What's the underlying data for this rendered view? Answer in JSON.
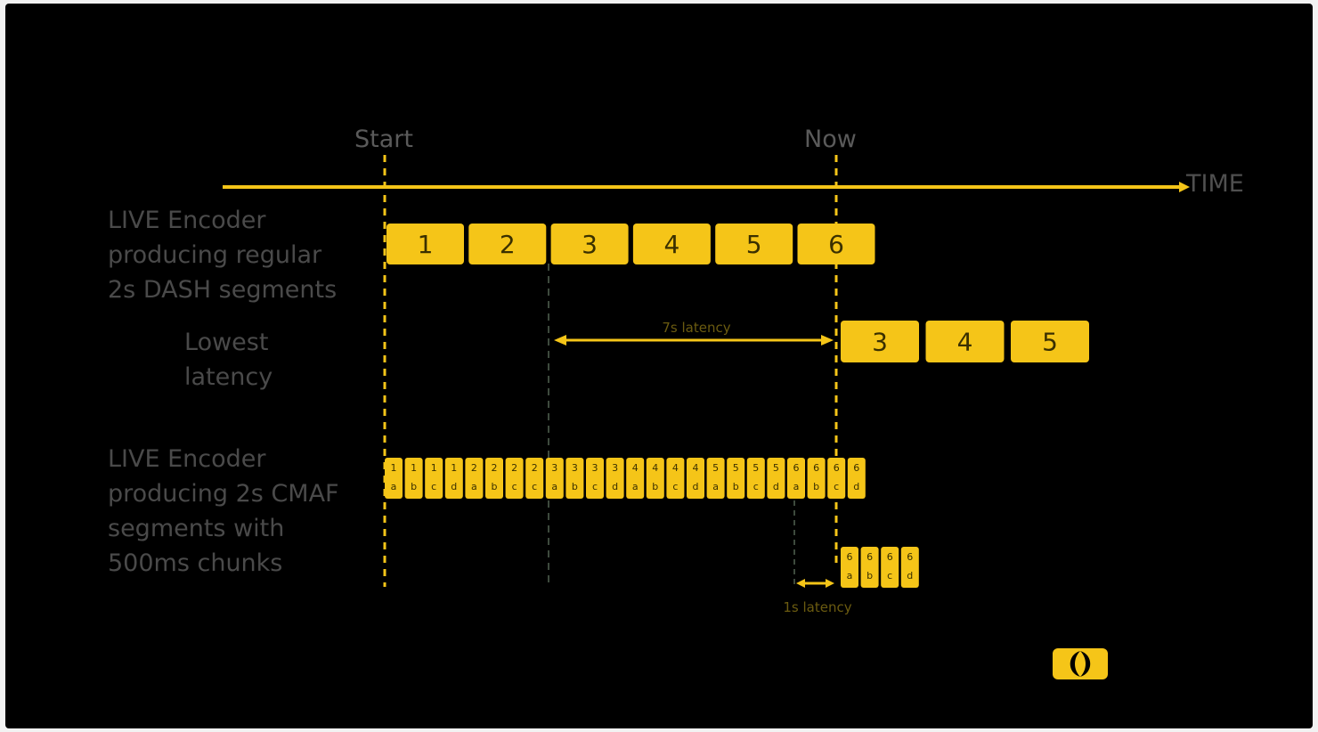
{
  "markers": {
    "start": "Start",
    "now": "Now"
  },
  "axis": {
    "label": "TIME"
  },
  "rows": {
    "dash_label": [
      "LIVE Encoder",
      "producing regular",
      "2s DASH segments"
    ],
    "lowest_label": [
      "Lowest",
      "latency"
    ],
    "cmaf_label": [
      "LIVE Encoder",
      "producing 2s CMAF",
      "segments with",
      "500ms chunks"
    ]
  },
  "dash_segments": [
    "1",
    "2",
    "3",
    "4",
    "5",
    "6"
  ],
  "lowest_segments": [
    "3",
    "4",
    "5"
  ],
  "cmaf_chunks": [
    [
      "1",
      "a"
    ],
    [
      "1",
      "b"
    ],
    [
      "1",
      "c"
    ],
    [
      "1",
      "d"
    ],
    [
      "2",
      "a"
    ],
    [
      "2",
      "b"
    ],
    [
      "2",
      "c"
    ],
    [
      "2",
      "c"
    ],
    [
      "3",
      "a"
    ],
    [
      "3",
      "b"
    ],
    [
      "3",
      "c"
    ],
    [
      "3",
      "d"
    ],
    [
      "4",
      "a"
    ],
    [
      "4",
      "b"
    ],
    [
      "4",
      "c"
    ],
    [
      "4",
      "d"
    ],
    [
      "5",
      "a"
    ],
    [
      "5",
      "b"
    ],
    [
      "5",
      "c"
    ],
    [
      "5",
      "d"
    ],
    [
      "6",
      "a"
    ],
    [
      "6",
      "b"
    ],
    [
      "6",
      "c"
    ],
    [
      "6",
      "d"
    ]
  ],
  "cmaf_low_chunks": [
    [
      "6",
      "a"
    ],
    [
      "6",
      "b"
    ],
    [
      "6",
      "c"
    ],
    [
      "6",
      "d"
    ]
  ],
  "latencies": {
    "dash": "7s latency",
    "cmaf": "1s latency"
  },
  "colors": {
    "accent": "#f5c518",
    "guide": "#3d4a3d",
    "label": "#4a4a4a"
  },
  "logo": "bracket-logo-icon"
}
